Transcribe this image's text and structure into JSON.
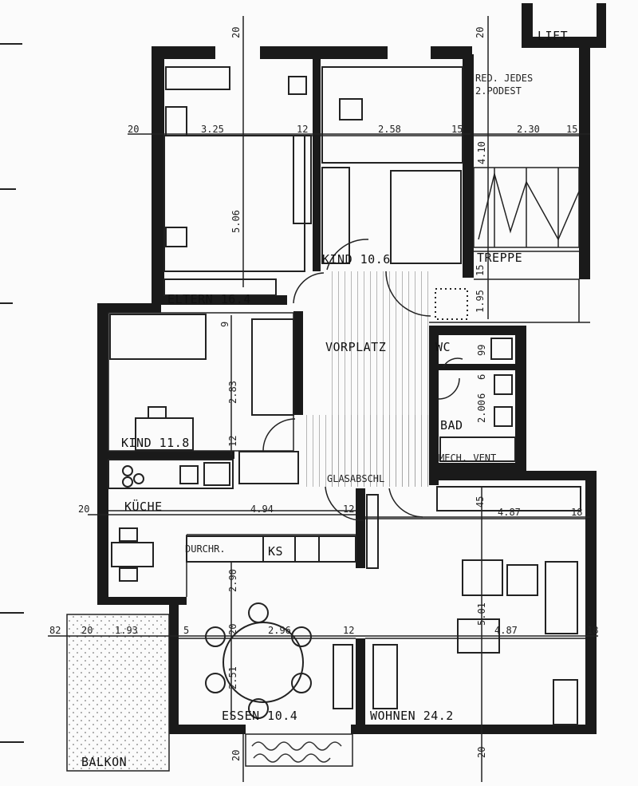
{
  "rooms": {
    "eltern": "ELTERN  16.4",
    "kind1": "KIND   10.6",
    "treppe": "TREPPE",
    "lift": "LIFT",
    "red_jedes_1": "RED. JEDES",
    "red_jedes_2": "2.PODEST",
    "vorplatz": "VORPLATZ",
    "wc": "WC",
    "kind2": "KIND  11.8",
    "bad": "BAD",
    "mech_vent": "MECH. VENT",
    "glasabschl": "GLASABSCHL",
    "kueche": "KÜCHE",
    "durchr": "DURCHR.",
    "ks": "KS",
    "essen": "ESSEN  10.4",
    "wohnen": "WOHNEN     24.2",
    "balkon": "BALKON"
  },
  "dimensions": {
    "d_top_20a": "20",
    "d_top_20b": "20",
    "d_left_20a": "20",
    "d_3_25": "3.25",
    "d_12a": "12",
    "d_2_58": "2.58",
    "d_15a": "15",
    "d_2_30": "2.30",
    "d_15b": "15",
    "d_4_10": "4.10",
    "d_5_06": "5.06",
    "d_15c": "15",
    "d_1_95": "1.95",
    "d_9": "9",
    "d_2_83": "2.83",
    "d_12b": "12",
    "d_99": "99",
    "d_6": "6",
    "d_2_00": "2.00",
    "d_6b": "6",
    "d_20_kueche": "20",
    "d_4_94": "4.94",
    "d_12c": "12",
    "d_45": "45",
    "d_4_87a": "4.87",
    "d_18a": "18",
    "d_2_90": "2.90",
    "d_82": "82",
    "d_20_balkon": "20",
    "d_1_93": "1.93",
    "d_5": "5",
    "d_20_essen": "20",
    "d_2_96": "2.96",
    "d_12d": "12",
    "d_5_01": "5.01",
    "d_4_87b": "4.87",
    "d_18b": "18",
    "d_2_51": "2.51",
    "d_20_bottom_a": "20",
    "d_20_bottom_b": "20"
  }
}
